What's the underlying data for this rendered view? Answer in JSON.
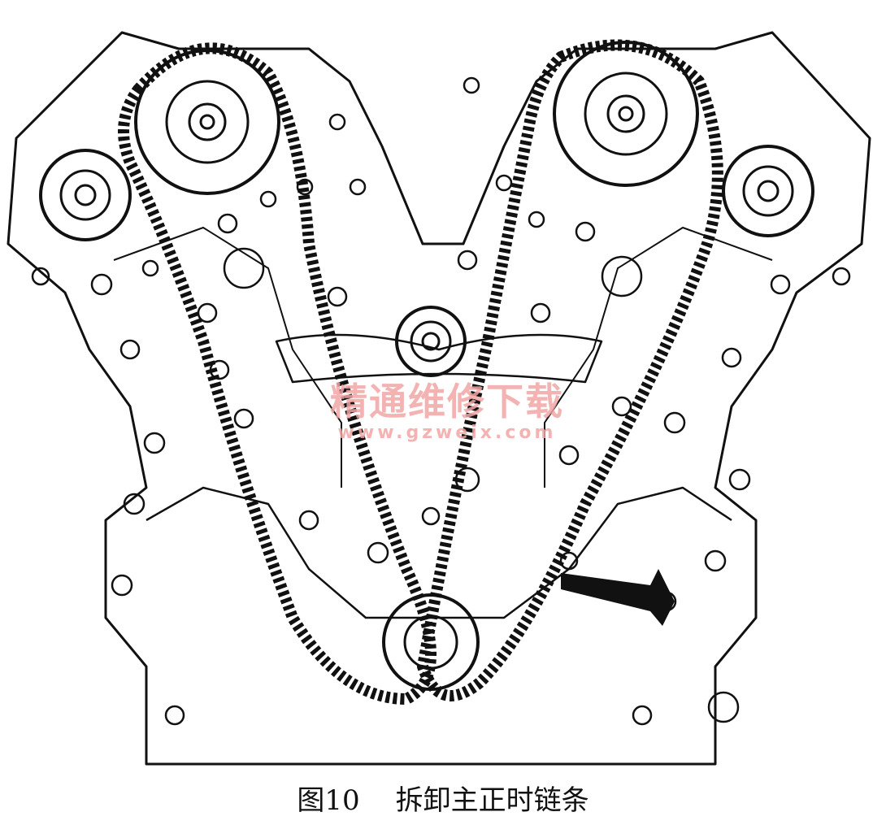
{
  "figure": {
    "number": "图10",
    "caption": "拆卸主正时链条"
  },
  "watermark": {
    "title": "精通维修下载",
    "url": "www.gzweix.com"
  },
  "colors": {
    "line": "#111111",
    "watermark": "#f2a6a6",
    "background": "#ffffff"
  }
}
